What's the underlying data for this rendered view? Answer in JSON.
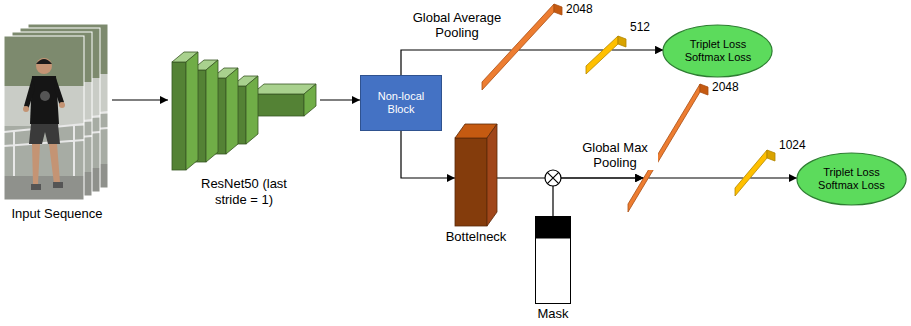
{
  "diagram": {
    "nodes": [
      {
        "text": [
          "Input Sequence"
        ]
      },
      {
        "text": [
          "ResNet50 (last stride = 1)"
        ]
      },
      {
        "text": [
          "Non-local Block"
        ]
      },
      {
        "text": [
          "2048"
        ]
      },
      {
        "text": [
          "512"
        ]
      },
      {
        "text": [
          "Triplet Loss Softmax Loss"
        ]
      },
      {
        "text": [
          "Bottelneck"
        ]
      },
      {
        "text": [
          "Mask"
        ]
      },
      {
        "text": [
          "2048"
        ]
      },
      {
        "text": [
          "1024"
        ]
      },
      {
        "text": [
          "Triplet Loss Softmax Loss"
        ]
      }
    ],
    "edges": [
      {
        "from": 0,
        "to": 1,
        "arrow": "to"
      },
      {
        "from": 1,
        "to": 2,
        "arrow": "to"
      },
      {
        "from": 2,
        "to": 3,
        "label": "Global Average Pooling",
        "arrow": "none"
      },
      {
        "from": 3,
        "to": 4,
        "arrow": "none"
      },
      {
        "from": 4,
        "to": 5,
        "arrow": "to"
      },
      {
        "from": 2,
        "to": 6,
        "arrow": "to"
      },
      {
        "from": 6,
        "to": 8,
        "label": "Global Max Pooling",
        "arrow": "to"
      },
      {
        "from": 7,
        "to": 8,
        "arrow": "to"
      },
      {
        "from": 8,
        "to": 9,
        "arrow": "none"
      },
      {
        "from": 9,
        "to": 10,
        "arrow": "to"
      }
    ]
  }
}
